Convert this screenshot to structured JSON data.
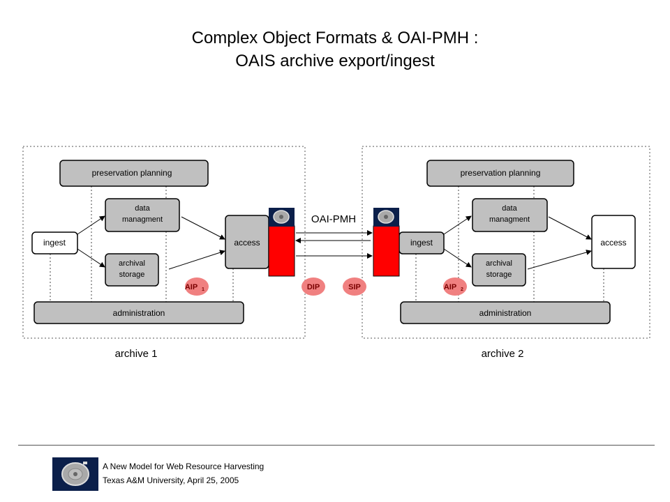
{
  "title": {
    "line1": "Complex Object Formats & OAI-PMH :",
    "line2": "OAIS archive export/ingest"
  },
  "archive1": {
    "preservation_planning": "preservation planning",
    "data_mgmt_line1": "data",
    "data_mgmt_line2": "managment",
    "archival_line1": "archival",
    "archival_line2": "storage",
    "ingest": "ingest",
    "access": "access",
    "administration": "administration",
    "label": "archive 1"
  },
  "archive2": {
    "preservation_planning": "preservation planning",
    "data_mgmt_line1": "data",
    "data_mgmt_line2": "managment",
    "archival_line1": "archival",
    "archival_line2": "storage",
    "ingest": "ingest",
    "access": "access",
    "administration": "administration",
    "label": "archive 2"
  },
  "protocol_label": "OAI-PMH",
  "packages": {
    "aip1_main": "AIP",
    "aip1_sub": "1",
    "dip": "DIP",
    "sip": "SIP",
    "aip2_main": "AIP",
    "aip2_sub": "2"
  },
  "footer": {
    "line1": "A New Model for Web Resource Harvesting",
    "line2": "Texas A&M University, April 25, 2005"
  },
  "colors": {
    "box_fill": "#c0c0c0",
    "package_red": "#ff0000",
    "badge_pink": "#f08080",
    "logo_navy": "#0b1f4a"
  }
}
